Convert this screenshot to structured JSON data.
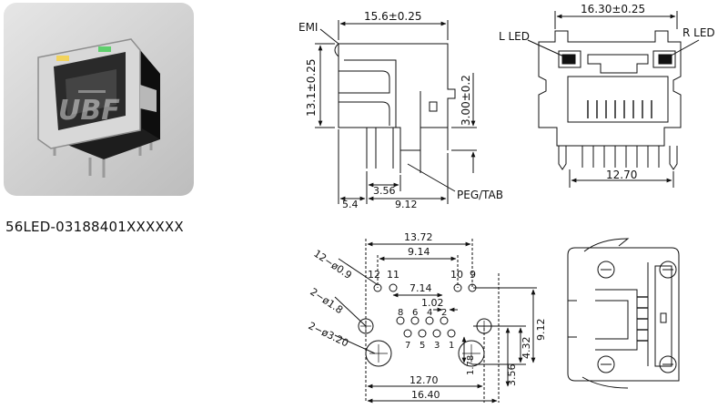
{
  "product": {
    "part_number": "56LED-03188401XXXXXX",
    "photo_watermark": "UBF"
  },
  "side_view": {
    "emi_label": "EMI",
    "width_dim": "15.6±0.25",
    "height_dim": "13.1±0.25",
    "tab_height_dim": "3.00±0.2",
    "pin_spacing_dim": "3.56",
    "offset_left_dim": "5.4",
    "offset_right_dim": "9.12",
    "peg_tab_label": "PEG/TAB"
  },
  "front_view": {
    "width_dim": "16.30±0.25",
    "left_led_label": "L LED",
    "right_led_label": "R LED",
    "peg_spacing_dim": "12.70"
  },
  "footprint": {
    "dim_13_72": "13.72",
    "dim_9_14": "9.14",
    "dim_7_14": "7.14",
    "dim_1_02": "1.02",
    "dim_12_70": "12.70",
    "dim_16_40": "16.40",
    "dim_9_12": "9.12",
    "dim_4_32": "4.32",
    "dim_3_56": "3.56",
    "dim_1_78": "1.78",
    "hole_note_small": "12−ø0.9",
    "hole_note_mid": "2−ø1.8",
    "hole_note_large": "2−ø3.20",
    "pins_top": [
      "12",
      "11",
      "10",
      "9"
    ],
    "pins_upper": [
      "8",
      "6",
      "4",
      "2"
    ],
    "pins_lower": [
      "7",
      "5",
      "3",
      "1"
    ]
  }
}
